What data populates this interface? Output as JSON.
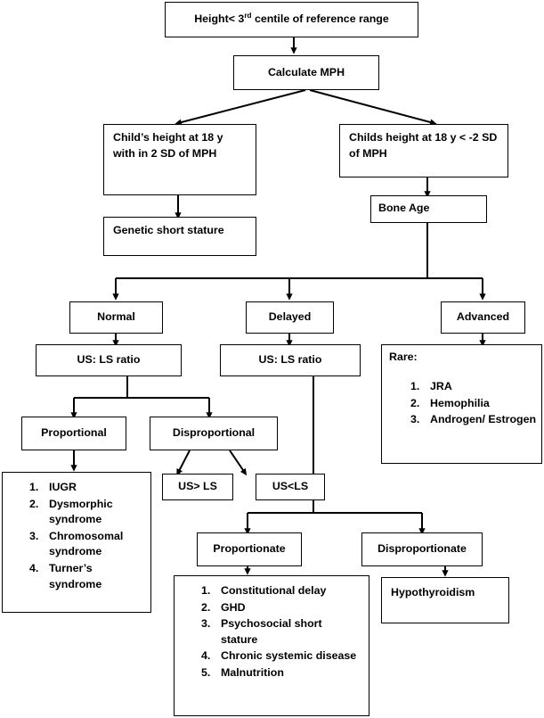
{
  "diagram": {
    "title": "Short stature diagnostic flowchart",
    "nodes": {
      "root": {
        "text_before": "Height< 3",
        "sup": "rd",
        "text_after": " centile of reference range"
      },
      "calculate_mph": "Calculate MPH",
      "child_within_2sd": "Child’s height at 18 y with in 2 SD of MPH",
      "child_below_2sd": "Childs height at 18 y < -2 SD of MPH",
      "genetic_short_stature": "Genetic short stature",
      "bone_age": "Bone Age",
      "normal": "Normal",
      "delayed": "Delayed",
      "advanced": "Advanced",
      "us_ls_ratio_normal": "US: LS  ratio",
      "us_ls_ratio_delayed": "US: LS  ratio",
      "rare_label": "Rare:",
      "proportional": "Proportional",
      "disproportional": "Disproportional",
      "us_greater_ls": "US> LS",
      "us_less_ls": "US<LS",
      "proportionate": "Proportionate",
      "disproportionate": "Disproportionate",
      "hypothyroidism": "Hypothyroidism"
    },
    "lists": {
      "rare_causes": [
        {
          "num": "1.",
          "txt": "JRA"
        },
        {
          "num": "2.",
          "txt": "Hemophilia"
        },
        {
          "num": "3.",
          "txt": "Androgen/ Estrogen"
        }
      ],
      "proportional_causes": [
        {
          "num": "1.",
          "txt": "IUGR"
        },
        {
          "num": "2.",
          "txt": "Dysmorphic syndrome"
        },
        {
          "num": "3.",
          "txt": "Chromosomal syndrome"
        },
        {
          "num": "4.",
          "txt": "Turner’s syndrome"
        }
      ],
      "proportionate_causes": [
        {
          "num": "1.",
          "txt": "Constitutional delay"
        },
        {
          "num": "2.",
          "txt": "GHD"
        },
        {
          "num": "3.",
          "txt": "Psychosocial short stature"
        },
        {
          "num": "4.",
          "txt": "Chronic systemic disease"
        },
        {
          "num": "5.",
          "txt": "Malnutrition"
        }
      ]
    },
    "colors": {
      "stroke": "#000000",
      "fill": "#ffffff",
      "text": "#000000"
    }
  }
}
